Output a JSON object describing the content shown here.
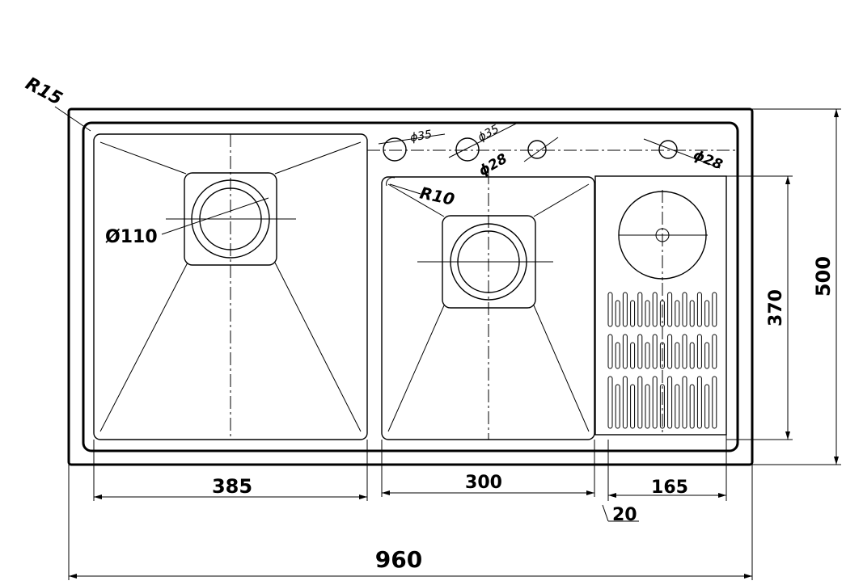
{
  "dimensions": {
    "corner_radius": "R15",
    "inner_radius": "R10",
    "drain_diameter": "Ø110",
    "hole_35_a": "ϕ35",
    "hole_35_b": "ϕ35",
    "hole_28_a": "ϕ28",
    "hole_28_b": "ϕ28",
    "left_bowl_width": "385",
    "middle_bowl_width": "300",
    "drainer_width": "165",
    "divider_width": "20",
    "total_width": "960",
    "total_depth": "500",
    "drainer_depth": "370"
  }
}
